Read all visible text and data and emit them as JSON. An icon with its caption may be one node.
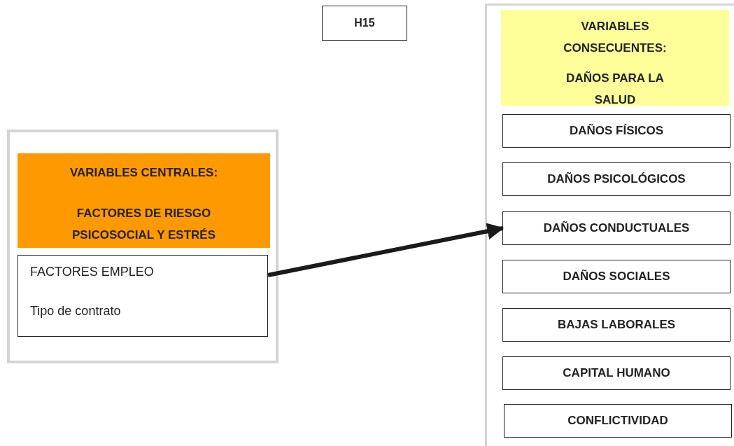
{
  "diagram": {
    "nodes": [
      {
        "text": [
          "H15"
        ]
      },
      {
        "text": [],
        "shape": "box"
      },
      {
        "text": [
          "VARIABLES CENTRALES:",
          "FACTORES DE RIESGO PSICOSOCIAL Y ESTRÉS"
        ],
        "in": 1
      },
      {
        "text": [
          "FACTORES EMPLEO",
          "Tipo de contrato"
        ],
        "in": 1
      },
      {
        "text": [],
        "shape": "box"
      },
      {
        "text": [
          "VARIABLES CONSECUENTES:",
          "DAÑOS PARA LA SALUD"
        ],
        "in": 4
      },
      {
        "text": [
          "DAÑOS FÍSICOS"
        ],
        "in": 4
      },
      {
        "text": [
          "DAÑOS PSICOLÓGICOS"
        ],
        "in": 4
      },
      {
        "text": [
          "DAÑOS CONDUCTUALES"
        ],
        "in": 4
      },
      {
        "text": [
          "DAÑOS SOCIALES"
        ],
        "in": 4
      },
      {
        "text": [
          "BAJAS LABORALES"
        ],
        "in": 4
      },
      {
        "text": [
          "CAPITAL HUMANO"
        ],
        "in": 4
      },
      {
        "text": [
          "CONFLICTIVIDAD"
        ],
        "in": 4
      }
    ],
    "edges": [
      {
        "from": 3,
        "to": 8,
        "arrow": "to"
      }
    ]
  }
}
